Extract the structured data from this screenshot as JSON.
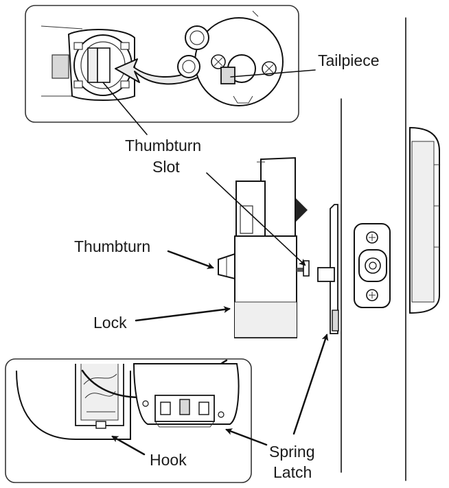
{
  "labels": {
    "tailpiece": "Tailpiece",
    "thumbturn_slot_1": "Thumbturn",
    "thumbturn_slot_2": "Slot",
    "thumbturn": "Thumbturn",
    "lock": "Lock",
    "hook": "Hook",
    "spring_latch_1": "Spring",
    "spring_latch_2": "Latch"
  },
  "colors": {
    "line": "#111111",
    "arrow": "#222222",
    "panel_border": "#333333",
    "shading": "#d8d8d8"
  },
  "icons": {
    "direction_arrow": "right-arrow-icon",
    "rotation_arrow": "curved-arrow-icon"
  }
}
